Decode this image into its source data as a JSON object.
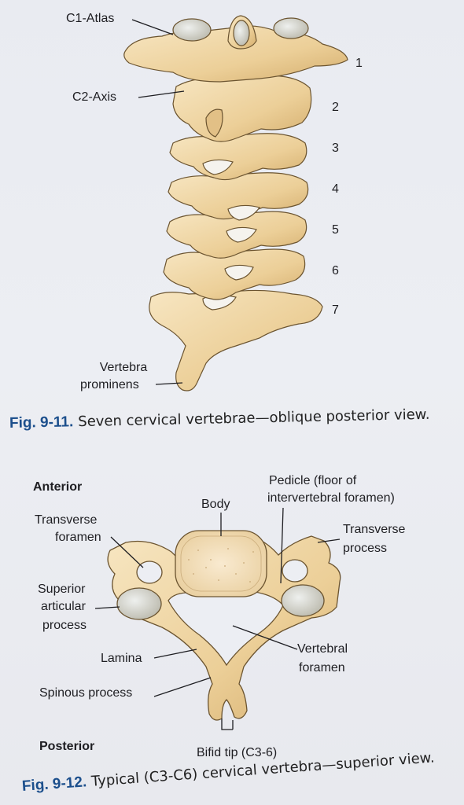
{
  "figure1": {
    "labels": {
      "c1": "C1-Atlas",
      "c2": "C2-Axis",
      "prominens_1": "Vertebra",
      "prominens_2": "prominens"
    },
    "level_numbers": [
      "1",
      "2",
      "3",
      "4",
      "5",
      "6",
      "7"
    ],
    "caption_fig": "Fig. 9-11.",
    "caption_text": "Seven cervical vertebrae—oblique posterior view."
  },
  "figure2": {
    "labels": {
      "anterior": "Anterior",
      "posterior": "Posterior",
      "body": "Body",
      "pedicle_1": "Pedicle (floor of",
      "pedicle_2": "intervertebral foramen)",
      "transverse_foramen_1": "Transverse",
      "transverse_foramen_2": "foramen",
      "transverse_process_1": "Transverse",
      "transverse_process_2": "process",
      "superior_articular_1": "Superior",
      "superior_articular_2": "articular",
      "superior_articular_3": "process",
      "lamina": "Lamina",
      "vertebral_foramen_1": "Vertebral",
      "vertebral_foramen_2": "foramen",
      "spinous_process": "Spinous process",
      "bifid_tip": "Bifid tip (C3-6)"
    },
    "caption_fig": "Fig. 9-12.",
    "caption_text": "Typical (C3-C6) cervical vertebra—superior view."
  },
  "colors": {
    "bone": "#efd6a6",
    "bone_shade": "#d9b77c",
    "outline": "#6b5430",
    "caption_blue": "#1c4f8c"
  }
}
